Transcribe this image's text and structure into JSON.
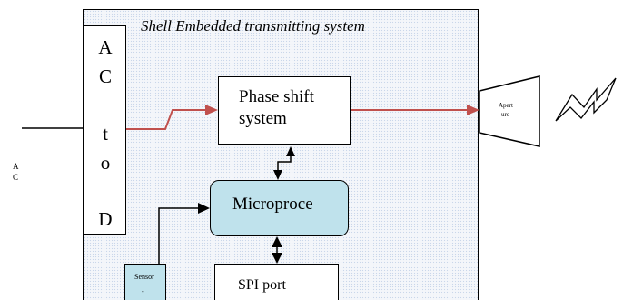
{
  "title": "Shell Embedded transmitting system",
  "adc": {
    "chars": [
      "A",
      "C",
      "t",
      "o",
      "D"
    ]
  },
  "phase": {
    "line1": "Phase shift",
    "line2": "system"
  },
  "micro": {
    "label": "Microproce"
  },
  "spi": {
    "label": "SPI port"
  },
  "sensor": {
    "label": "Sensor",
    "dash": "-"
  },
  "ac_input": {
    "line1": "A",
    "line2": "C"
  },
  "aperture": {
    "line1": "Apert",
    "line2": "ure"
  },
  "colors": {
    "arrow_red": "#c0504d",
    "block_fill": "#bfe2ec",
    "outline": "#000000"
  }
}
